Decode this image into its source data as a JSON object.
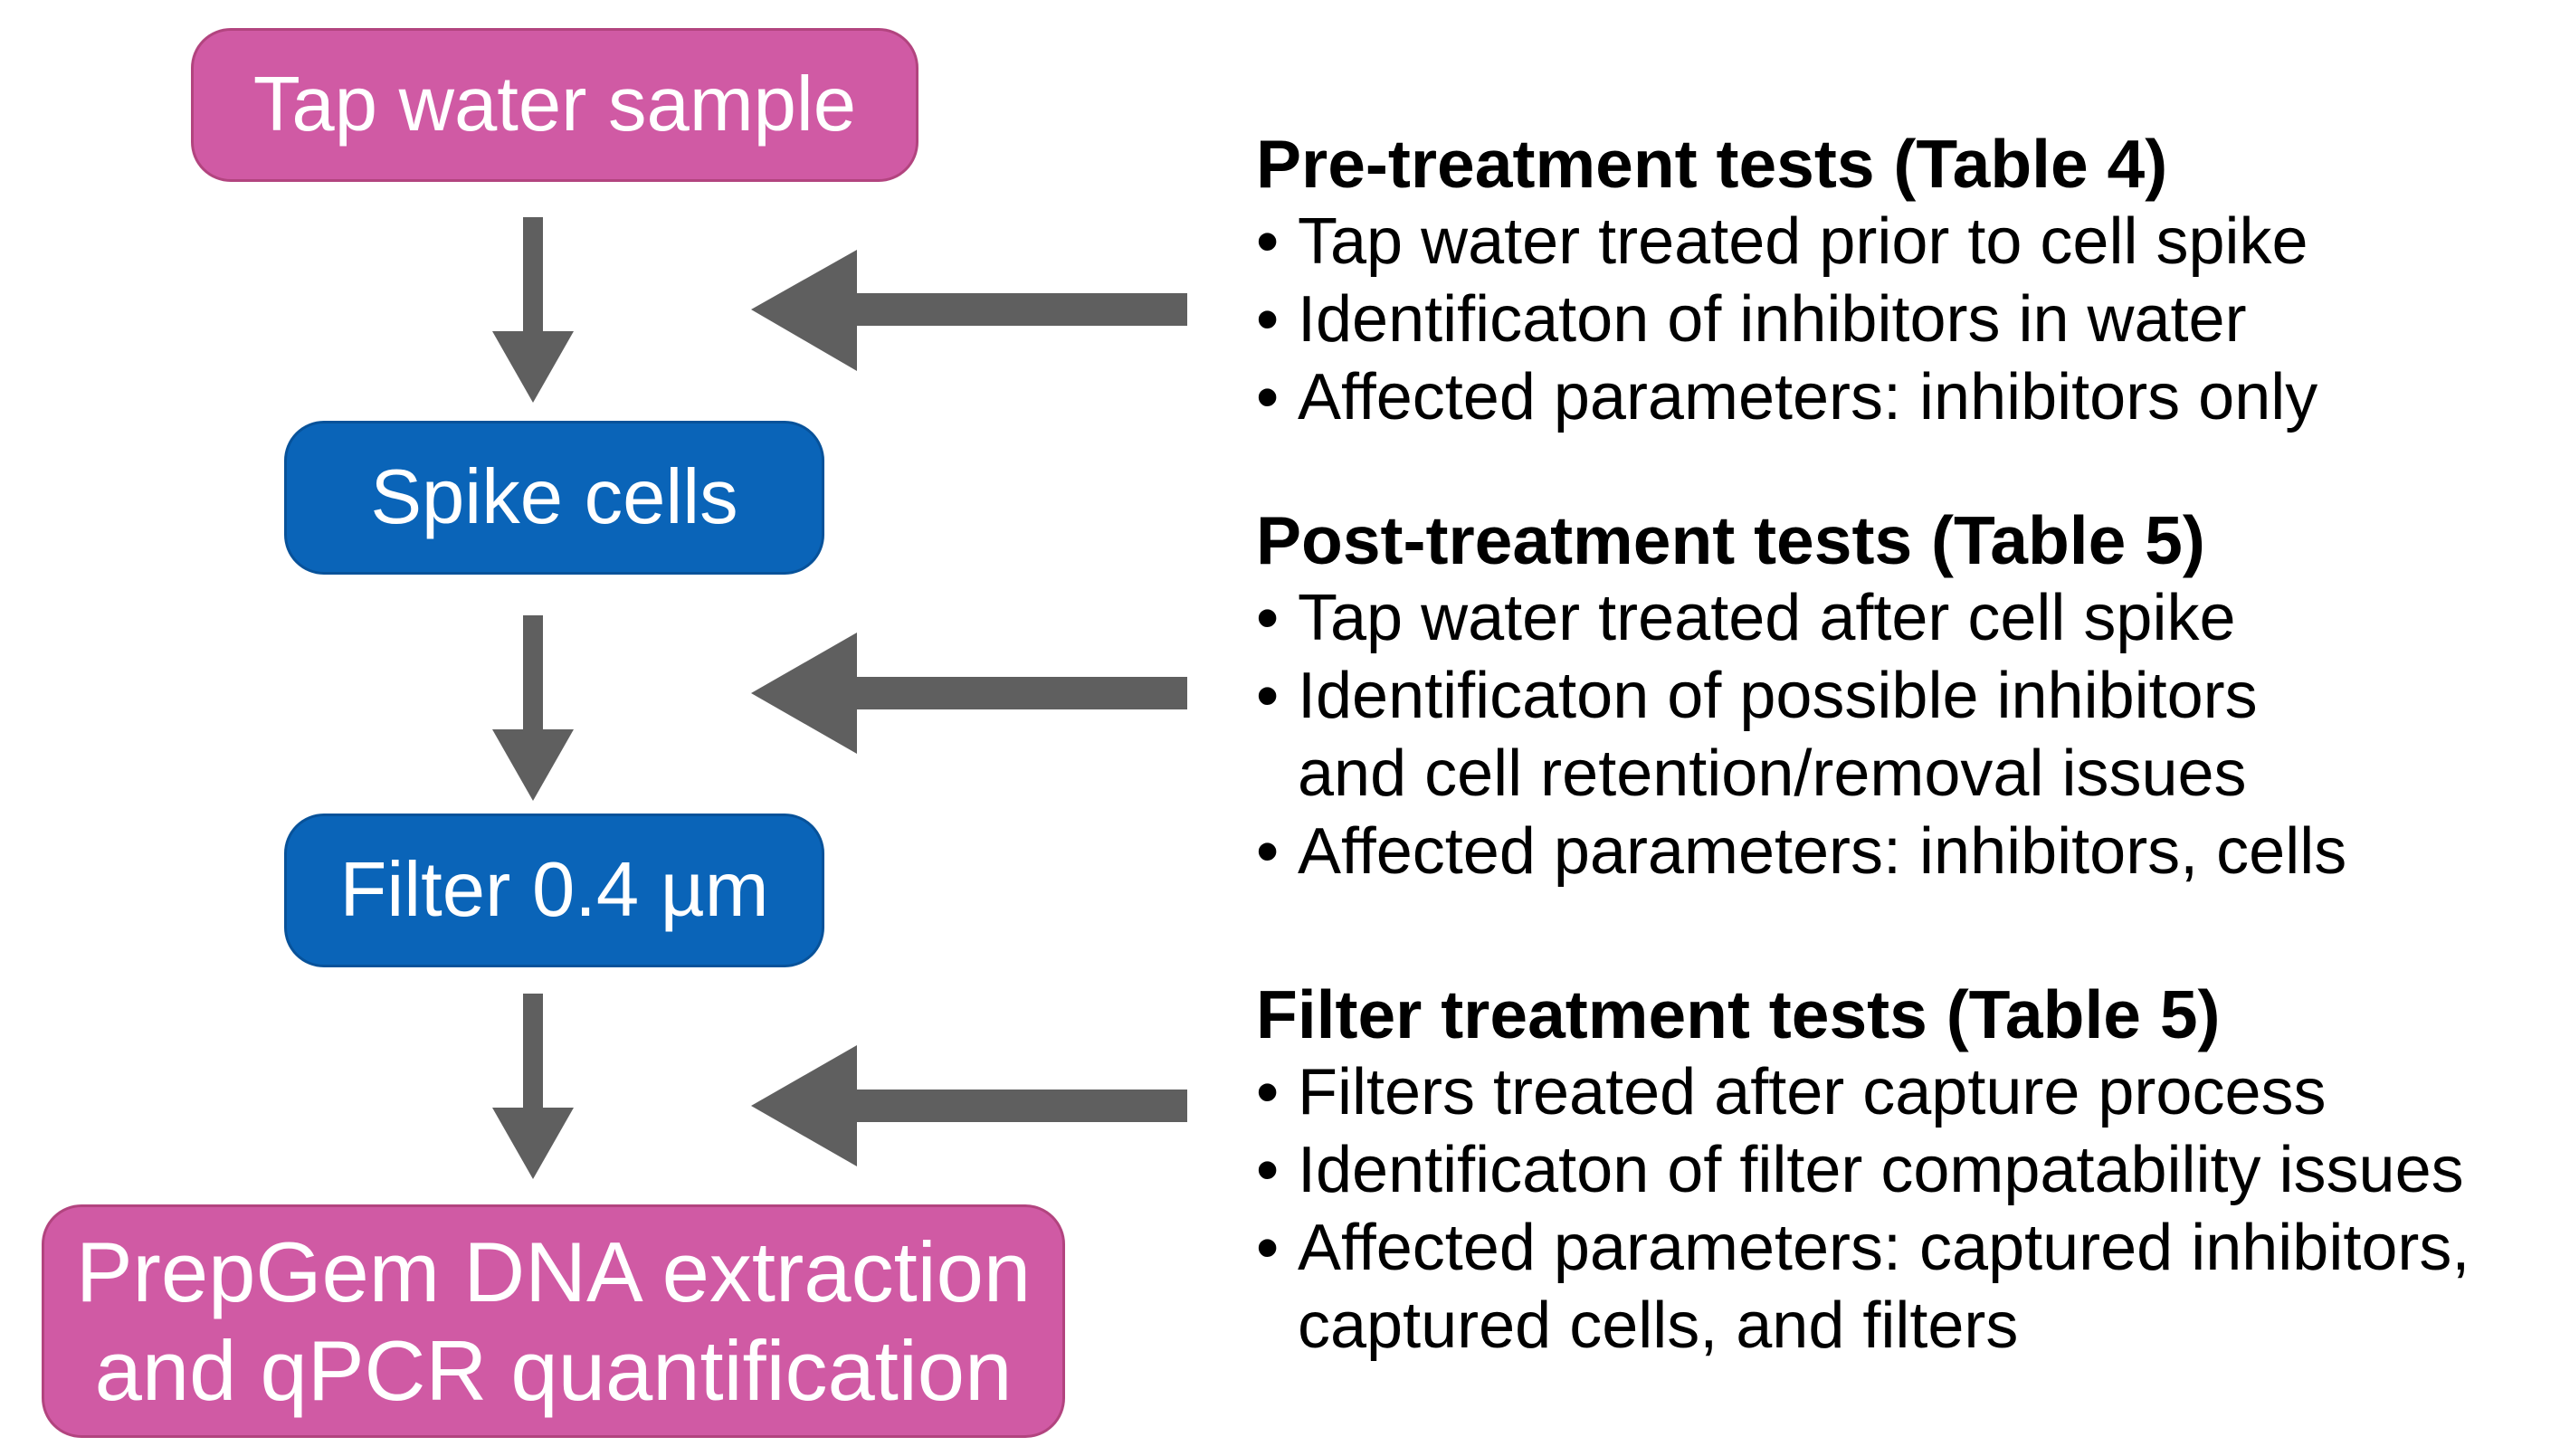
{
  "flow_steps": [
    {
      "id": "tap",
      "label": "Tap water sample",
      "color": "#d05aa4"
    },
    {
      "id": "spike",
      "label": "Spike cells",
      "color": "#0a64b8"
    },
    {
      "id": "filter",
      "label": "Filter 0.4 µm",
      "color": "#0a64b8"
    },
    {
      "id": "prep",
      "label": "PrepGem DNA extraction\nand qPCR quantification",
      "color": "#d05aa4"
    }
  ],
  "test_groups": [
    {
      "heading": "Pre-treatment tests (Table 4)",
      "bullets": [
        "Tap water treated prior to cell spike",
        "Identificaton of inhibitors in water",
        "Affected parameters: inhibitors only"
      ]
    },
    {
      "heading": "Post-treatment tests (Table 5)",
      "bullets": [
        "Tap water treated after cell spike",
        "Identificaton of possible inhibitors",
        "Affected parameters: inhibitors, cells"
      ],
      "bullet_continuations": [
        "",
        "and cell retention/removal issues",
        ""
      ]
    },
    {
      "heading": "Filter treatment tests (Table 5)",
      "bullets": [
        "Filters treated after capture process",
        "Identificaton of filter compatability issues",
        "Affected parameters: captured inhibitors,"
      ],
      "bullet_continuations": [
        "",
        "",
        "captured cells, and filters"
      ]
    }
  ],
  "colors": {
    "arrow": "#5f5f5f",
    "pink": "#d05aa4",
    "blue": "#0a64b8",
    "text": "#000000"
  }
}
